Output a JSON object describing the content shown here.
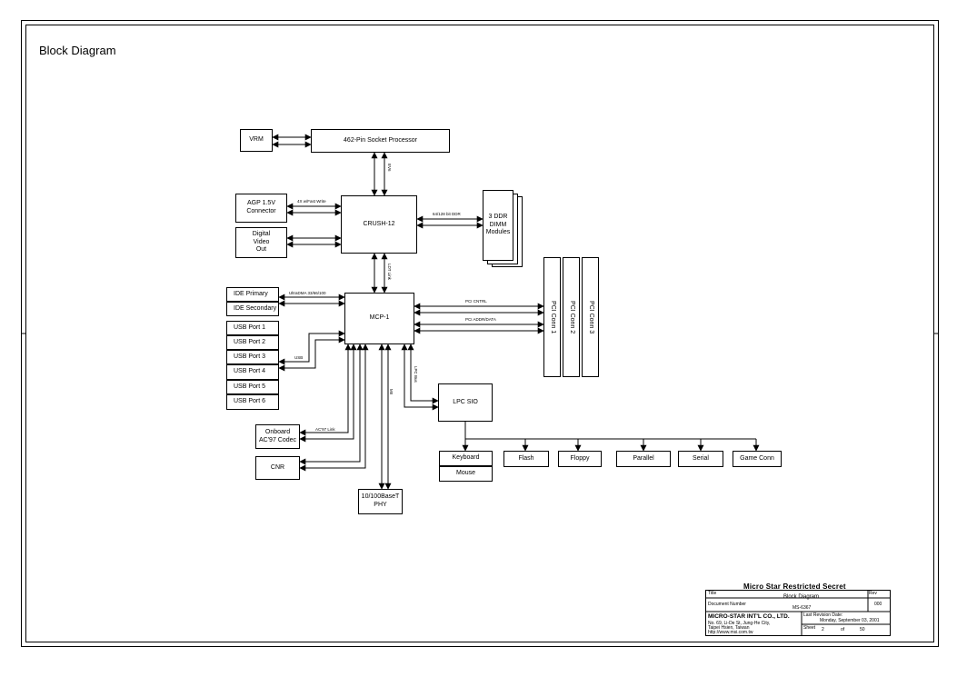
{
  "title": "Block Diagram",
  "blocks": {
    "vrm": "VRM",
    "cpu": "462-Pin Socket Processor",
    "agp": "AGP 1.5V\nConnector",
    "dvo": "Digital\nVideo\nOut",
    "crush": "CRUSH-12",
    "dimm": "3 DDR\nDIMM\nModules",
    "ide_primary": "IDE Primary",
    "ide_secondary": "IDE Secondary",
    "usb": [
      "USB Port 1",
      "USB Port 2",
      "USB Port 3",
      "USB Port 4",
      "USB Port 5",
      "USB Port 6"
    ],
    "mcp": "MCP-1",
    "pci": [
      "PCI Conn 1",
      "PCI Conn 2",
      "PCI Conn 3"
    ],
    "ac97": "Onboard\nAC'97 Codec",
    "cnr": "CNR",
    "phy": "10/100BaseT\nPHY",
    "lpc": "LPC SIO",
    "keyboard": "Keyboard",
    "mouse": "Mouse",
    "flash": "Flash",
    "floppy": "Floppy",
    "parallel": "Parallel",
    "serial": "Serial",
    "game": "Game Conn"
  },
  "bus_labels": {
    "cpu_bus": "EV6",
    "agp_bus": "4X w/Fast Write",
    "mem_bus": "64/128 bit DDR",
    "ldt": "LDT Link",
    "ide_bus": "UltraDMA 33/66/100",
    "usb_bus": "USB",
    "pci_ctrl": "PCI CNTRL",
    "pci_addr": "PCI ADDR/DATA",
    "lpc_bus": "LPC Bus",
    "mii": "MII",
    "ac97_link": "AC'97 Link"
  },
  "title_block": {
    "heading": "Micro Star Restricted Secret",
    "title_label": "Title",
    "title_value": "Block Diagram",
    "rev_label": "Rev",
    "rev_value": "000",
    "docnum_label": "Document Number",
    "docnum_value": "MS-6367",
    "company": "MICRO-STAR INT'L CO., LTD.",
    "address1": "No. 69, Li-De St, Jung-He City,",
    "address2": "Taipei Hsien, Taiwan",
    "website": "http://www.msi.com.tw",
    "date_label": "Last Revision Date:",
    "date_value": "Monday, September 03, 2001",
    "sheet_label": "Sheet",
    "sheet_value": "2",
    "of_label": "of",
    "total_value": "50"
  }
}
